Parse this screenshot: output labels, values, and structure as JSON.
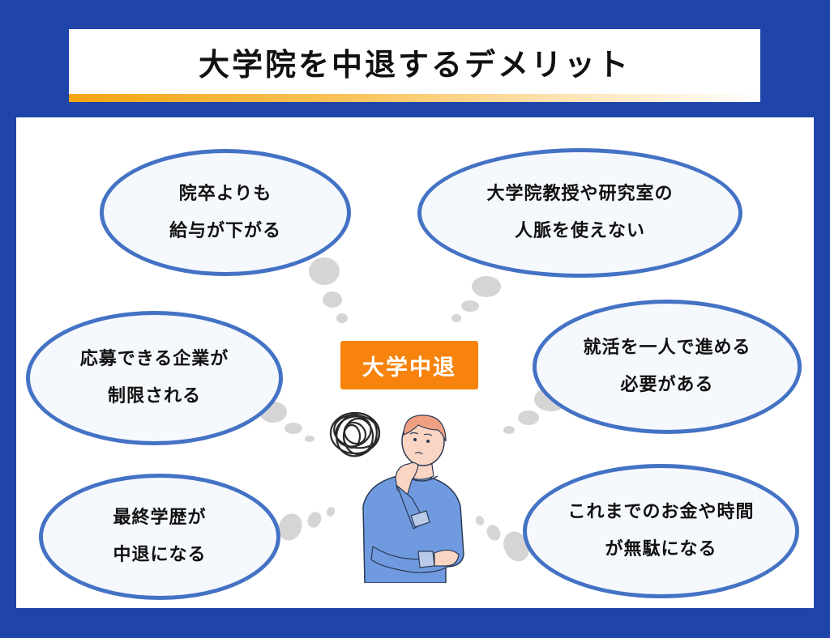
{
  "header": {
    "title": "大学院を中退するデメリット"
  },
  "center": {
    "badge_label": "大学中退"
  },
  "bubbles": [
    {
      "id": "salary",
      "lines": [
        "院卒よりも",
        "給与が下がる"
      ]
    },
    {
      "id": "network",
      "lines": [
        "大学院教授や研究室の",
        "人脈を使えない"
      ]
    },
    {
      "id": "companies",
      "lines": [
        "応募できる企業が",
        "制限される"
      ]
    },
    {
      "id": "job-hunting",
      "lines": [
        "就活を一人で進める",
        "必要がある"
      ]
    },
    {
      "id": "education",
      "lines": [
        "最終学歴が",
        "中退になる"
      ]
    },
    {
      "id": "wasted",
      "lines": [
        "これまでのお金や時間",
        "が無駄になる"
      ]
    }
  ],
  "illustration": {
    "subject": "thinking-man",
    "scribble": "confused-scribble"
  },
  "colors": {
    "background": "#1f45ab",
    "bubble_border": "#4472c4",
    "bubble_fill": "#f5f8fd",
    "badge": "#f7830d",
    "accent_bar_start": "#f8a512",
    "thought_dot": "#d5d5d5",
    "shirt": "#6f9ae0",
    "skin": "#fbd5c3",
    "hair": "#f0a082"
  }
}
